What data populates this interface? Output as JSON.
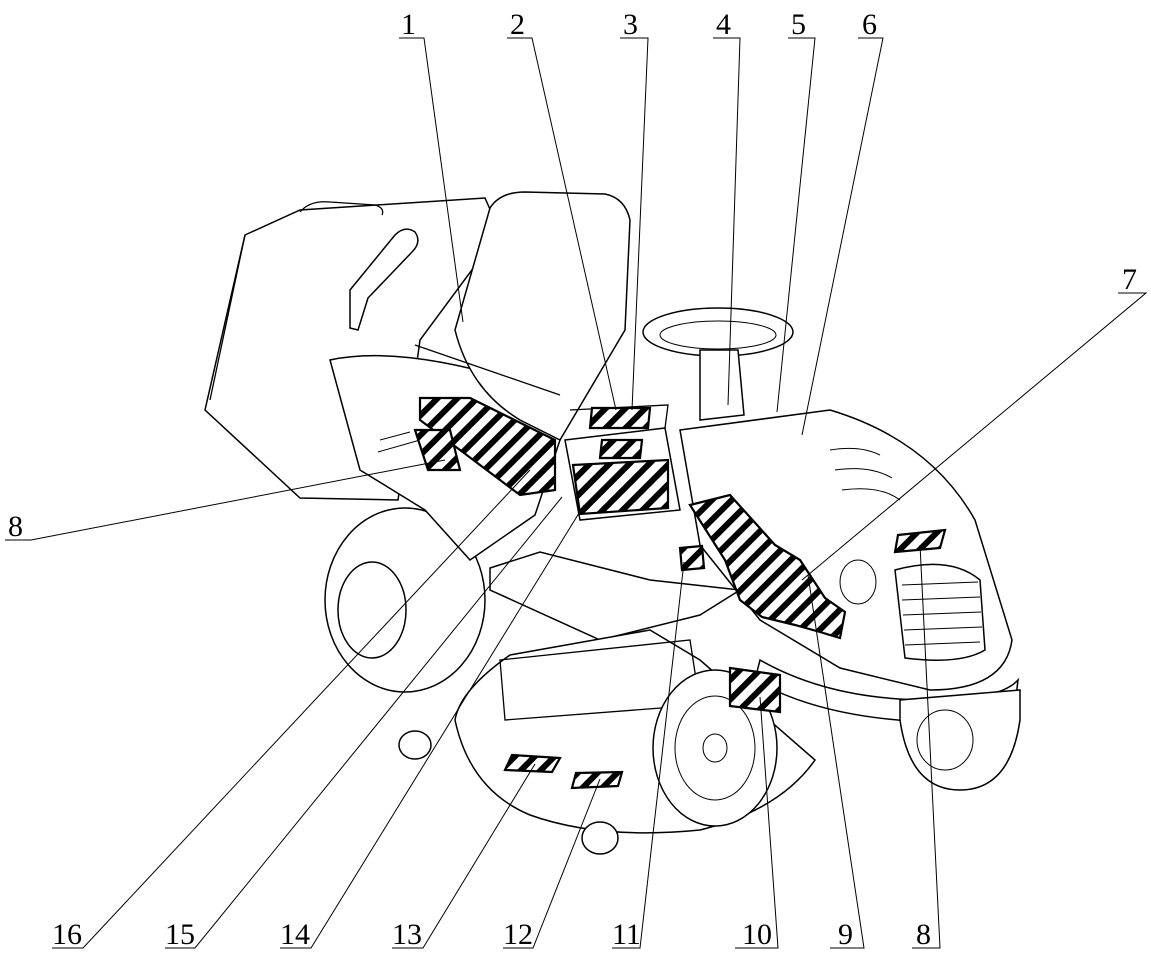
{
  "callouts": {
    "top": [
      "1",
      "2",
      "3",
      "4",
      "5",
      "6"
    ],
    "right": [
      "7"
    ],
    "left": [
      "8"
    ],
    "bottom": [
      "16",
      "15",
      "14",
      "13",
      "12",
      "11",
      "10",
      "9",
      "8"
    ]
  }
}
